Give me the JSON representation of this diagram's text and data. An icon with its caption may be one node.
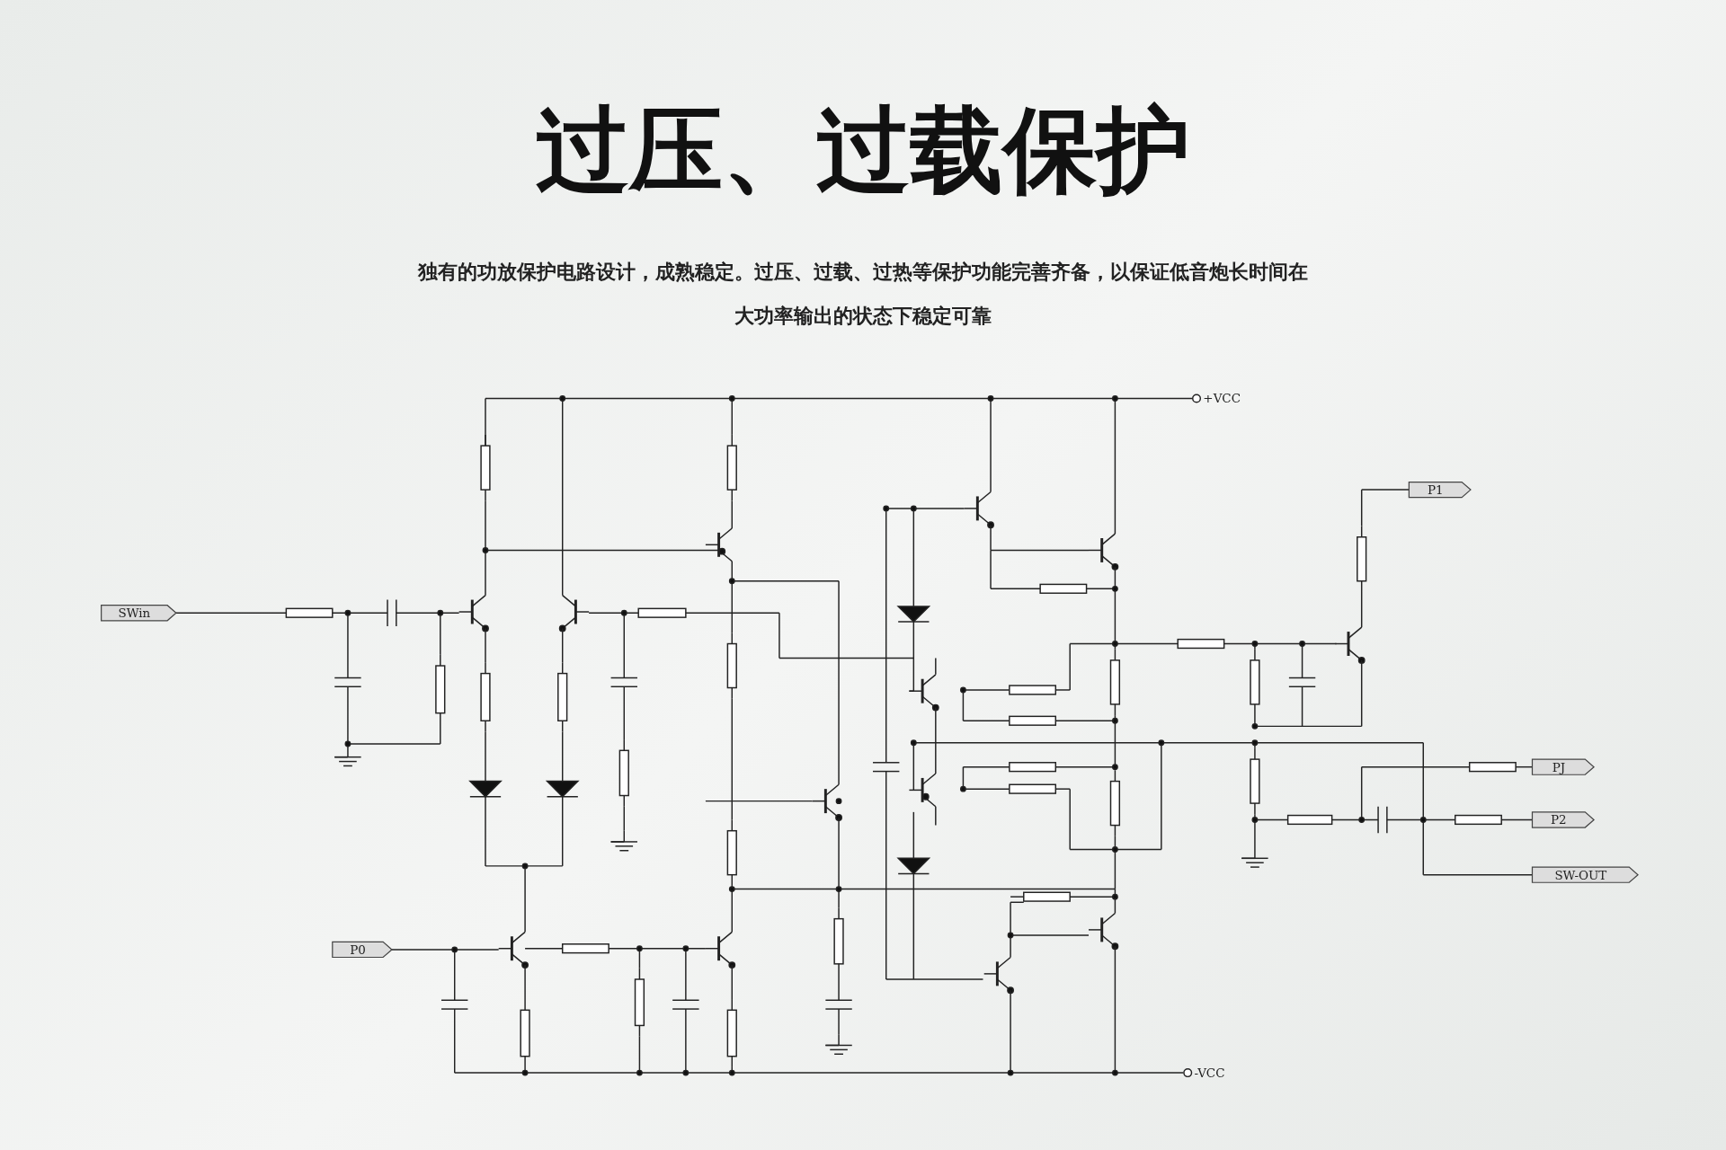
{
  "diagram": {
    "title": "过压、过载保护",
    "caption": "独有的功放保护电路设计，成熟稳定。过压、过载、过热等保护功能完善齐备，以保证低音炮长时间在大功率输出的状态下稳定可靠",
    "labels": [
      "+VCC",
      "P1",
      "SWin",
      "PJ",
      "P2",
      "SW-OUT",
      "P0",
      "-VCC"
    ]
  }
}
